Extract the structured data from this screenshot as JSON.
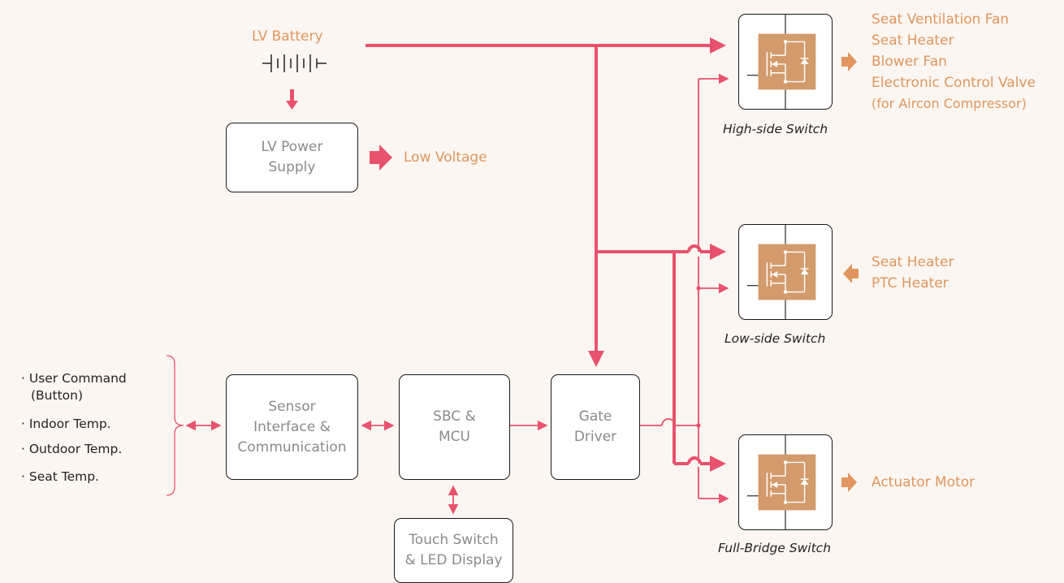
{
  "colors": {
    "wire": "#e8526c",
    "accent": "#e0965e",
    "mosfet": "#d39a6b",
    "text": "#222222",
    "box_text": "#8a8a8a",
    "background": "#fbf6f1"
  },
  "battery": {
    "label": "LV Battery",
    "icon": "battery-icon"
  },
  "power_supply": {
    "label": "LV Power\nSupply",
    "output_label": "Low Voltage"
  },
  "inputs": {
    "items": [
      "· User Command",
      "(Button)",
      "· Indoor Temp.",
      "· Outdoor Temp.",
      "· Seat Temp."
    ]
  },
  "blocks": {
    "sensor": "Sensor\nInterface &\nCommunication",
    "mcu": "SBC &\nMCU",
    "gate_driver": "Gate\nDriver",
    "touch": "Touch Switch\n& LED Display"
  },
  "switches": {
    "high_side": {
      "label": "High-side Switch",
      "loads": [
        "Seat Ventilation Fan",
        "Seat Heater",
        "Blower Fan",
        "Electronic Control Valve",
        "(for Aircon Compressor)"
      ]
    },
    "low_side": {
      "label": "Low-side Switch",
      "loads": [
        "Seat Heater",
        "PTC Heater"
      ]
    },
    "full_bridge": {
      "label": "Full-Bridge Switch",
      "loads": [
        "Actuator Motor"
      ]
    }
  }
}
